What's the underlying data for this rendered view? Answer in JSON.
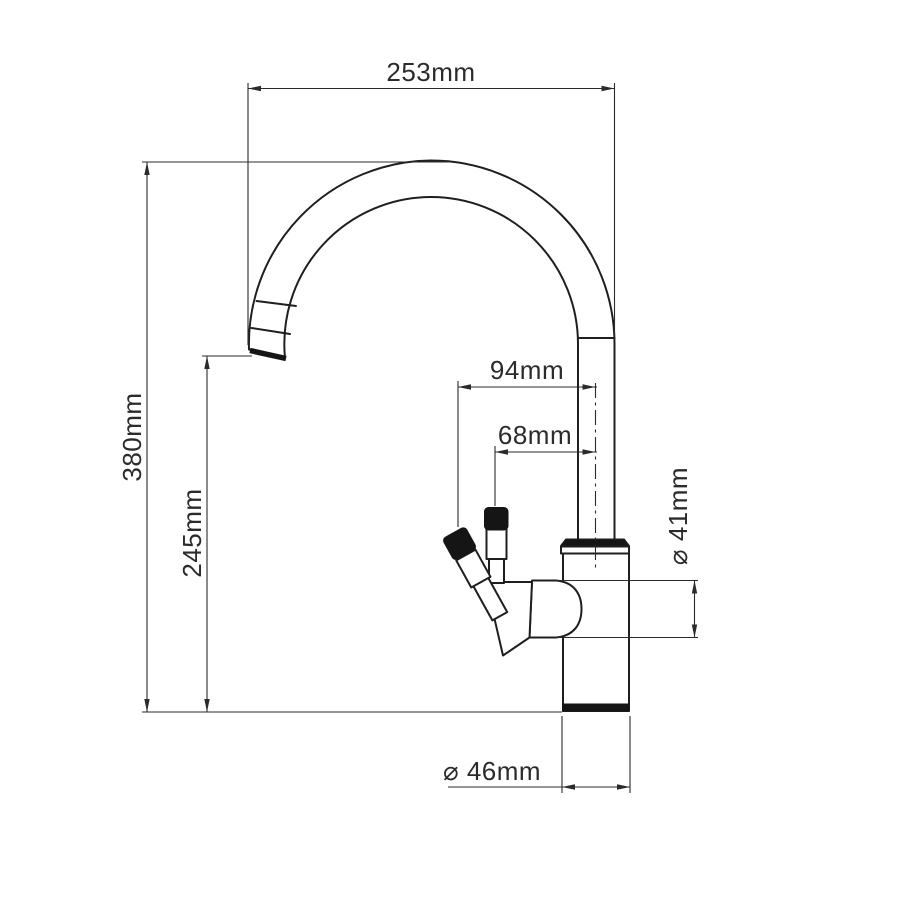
{
  "drawing": {
    "background_color": "#ffffff",
    "line_color": "#1f1f1f",
    "dimension_color": "#2b2b2b",
    "handle_cap_color": "#151515"
  },
  "dimensions": {
    "spout_width": "253mm",
    "overall_height": "380mm",
    "outlet_height": "245mm",
    "handle_offset_outer": "94mm",
    "handle_offset_inner": "68mm",
    "body_diameter": "⌀ 41mm",
    "base_diameter": "⌀ 46mm"
  }
}
